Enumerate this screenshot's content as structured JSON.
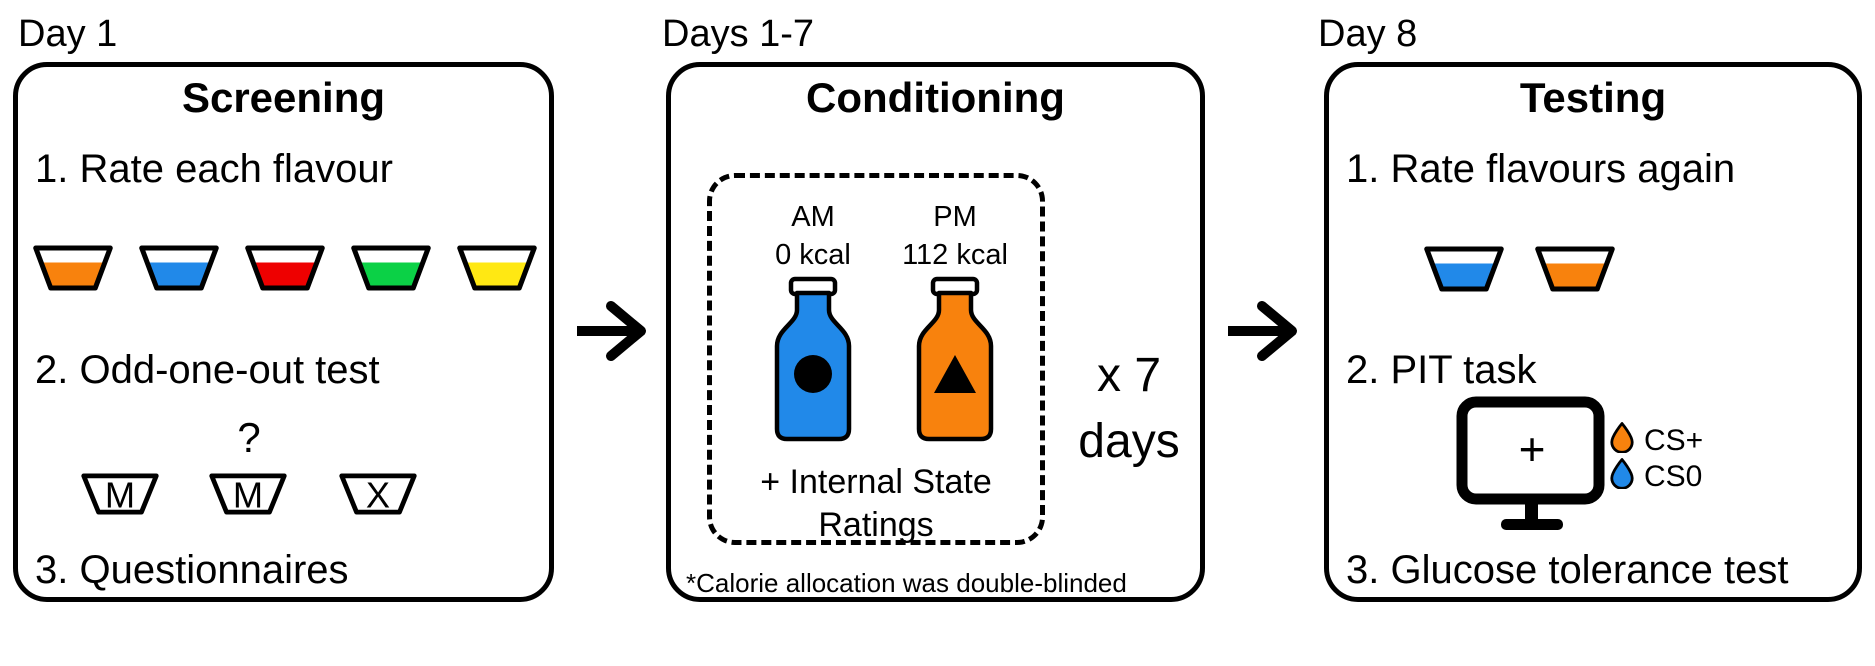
{
  "colors": {
    "orange": "#F8820D",
    "blue": "#2189E9",
    "red": "#EE0000",
    "green": "#0BD146",
    "yellow": "#FFE813",
    "outline": "#000000"
  },
  "screening": {
    "day_label": "Day 1",
    "title": "Screening",
    "step1": "1. Rate each flavour",
    "step2": "2. Odd-one-out test",
    "step3": "3. Questionnaires",
    "question_mark": "?",
    "cup_order": [
      "orange",
      "blue",
      "red",
      "green",
      "yellow"
    ],
    "odd_cup_letters": [
      "M",
      "M",
      "X"
    ]
  },
  "conditioning": {
    "day_label": "Days 1-7",
    "title": "Conditioning",
    "am": {
      "time": "AM",
      "kcal": "0 kcal",
      "bottle_symbol": "circle"
    },
    "pm": {
      "time": "PM",
      "kcal": "112 kcal",
      "bottle_symbol": "triangle"
    },
    "internal_state_line1": "+ Internal State",
    "internal_state_line2": "Ratings",
    "repeat_line1": "x 7",
    "repeat_line2": "days",
    "footnote": "*Calorie allocation was double-blinded"
  },
  "testing": {
    "day_label": "Day 8",
    "title": "Testing",
    "step1": "1. Rate flavours again",
    "step2": "2. PIT task",
    "step3": "3. Glucose tolerance test",
    "cup_order": [
      "blue",
      "orange"
    ],
    "fixation_cross": "+",
    "cs_plus": "CS+",
    "cs_zero": "CS0"
  }
}
